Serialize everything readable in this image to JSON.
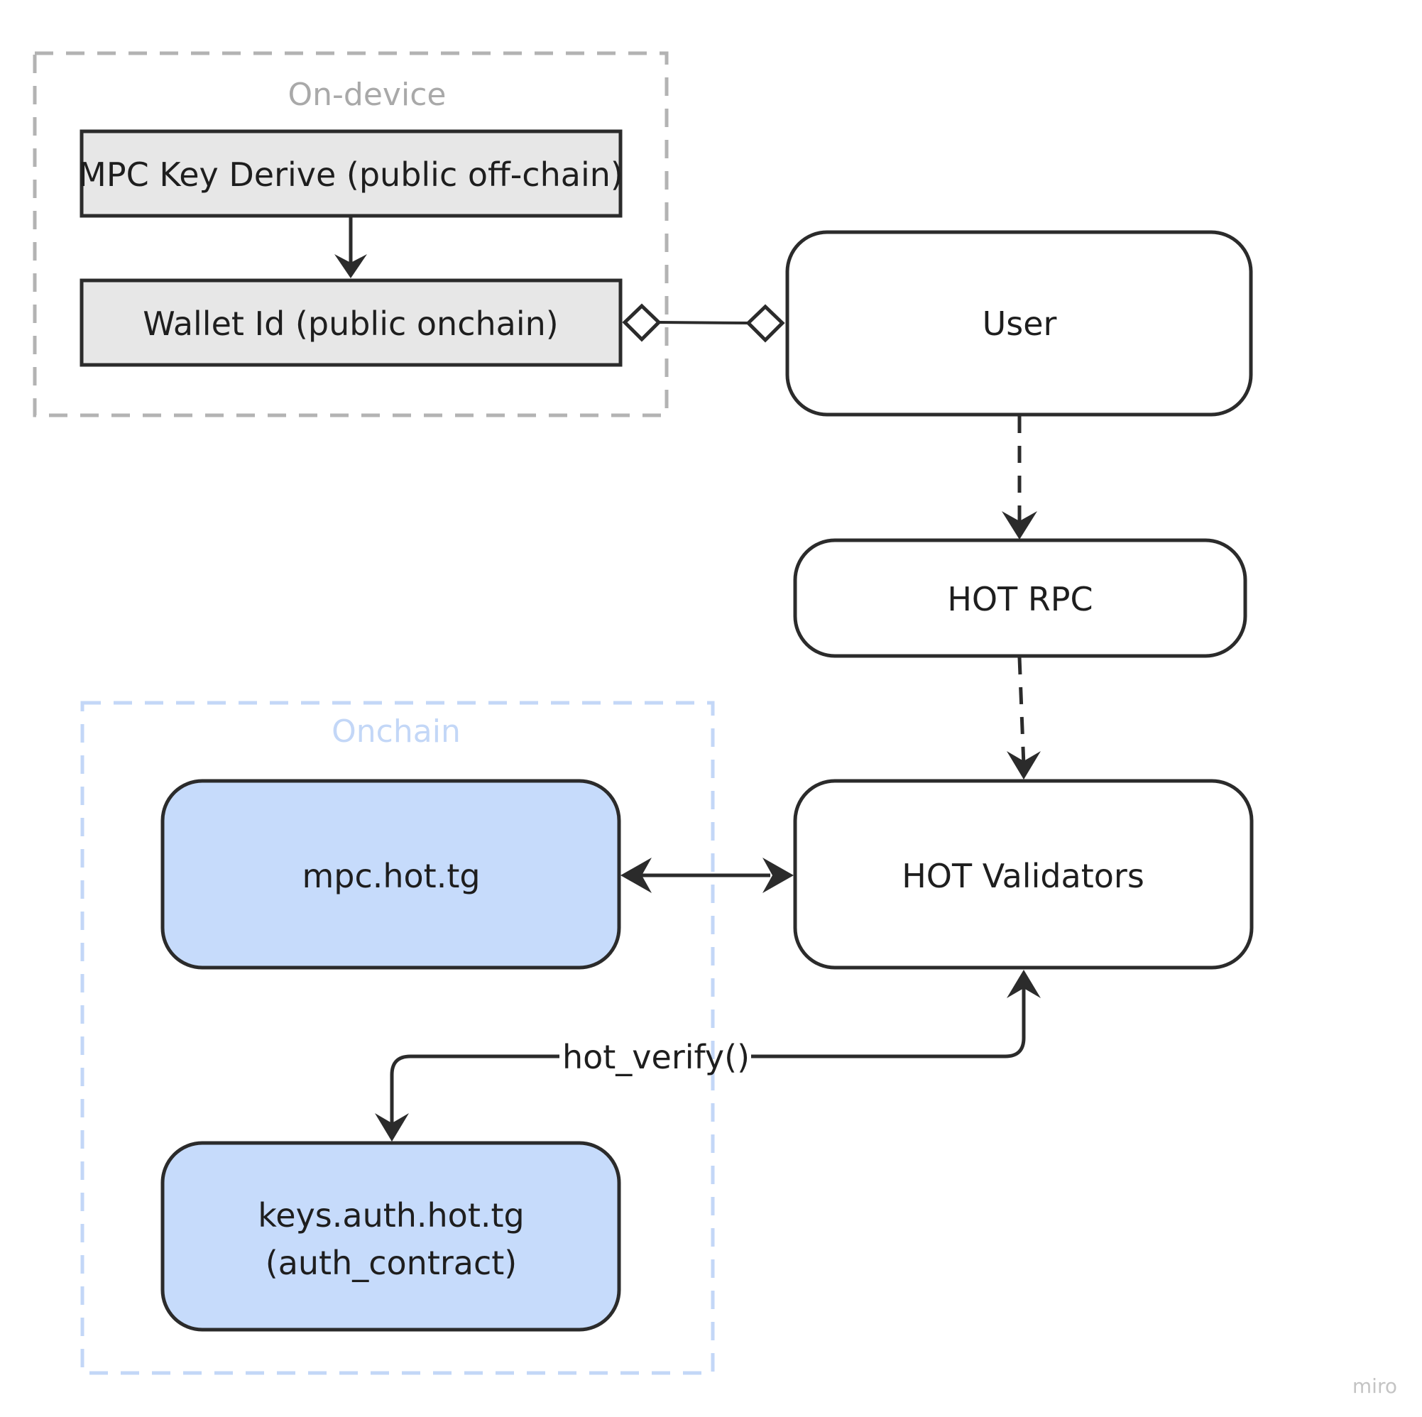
{
  "colors": {
    "stroke": "#2b2b2b",
    "on_device_group": "#b3b3b3",
    "onchain_group": "#c3d7f7",
    "onchain_label": "#c3d7f7",
    "gray_fill": "#e7e7e7",
    "blue_fill": "#c6dbfb",
    "white_fill": "#ffffff",
    "watermark": "#c4c4c4"
  },
  "groups": {
    "on_device": {
      "label": "On-device"
    },
    "onchain": {
      "label": "Onchain"
    }
  },
  "nodes": {
    "mpc_key_derive": {
      "label": "MPC Key Derive (public off-chain)"
    },
    "wallet_id": {
      "label": "Wallet Id (public onchain)"
    },
    "user": {
      "label": "User"
    },
    "hot_rpc": {
      "label": "HOT RPC"
    },
    "hot_validators": {
      "label": "HOT Validators"
    },
    "mpc_hot_tg": {
      "label": "mpc.hot.tg"
    },
    "keys_auth": {
      "line1": "keys.auth.hot.tg",
      "line2": "(auth_contract)"
    }
  },
  "edges": {
    "derive_to_wallet": {
      "style": "solid",
      "arrow": "end"
    },
    "wallet_user": {
      "style": "solid",
      "arrow": "diamond-both"
    },
    "user_to_rpc": {
      "style": "dashed",
      "arrow": "end"
    },
    "rpc_to_validators": {
      "style": "dashed",
      "arrow": "end"
    },
    "mpc_validators": {
      "style": "solid",
      "arrow": "both"
    },
    "hot_verify": {
      "label": "hot_verify()",
      "style": "solid",
      "arrow": "both"
    }
  },
  "watermark": "miro"
}
